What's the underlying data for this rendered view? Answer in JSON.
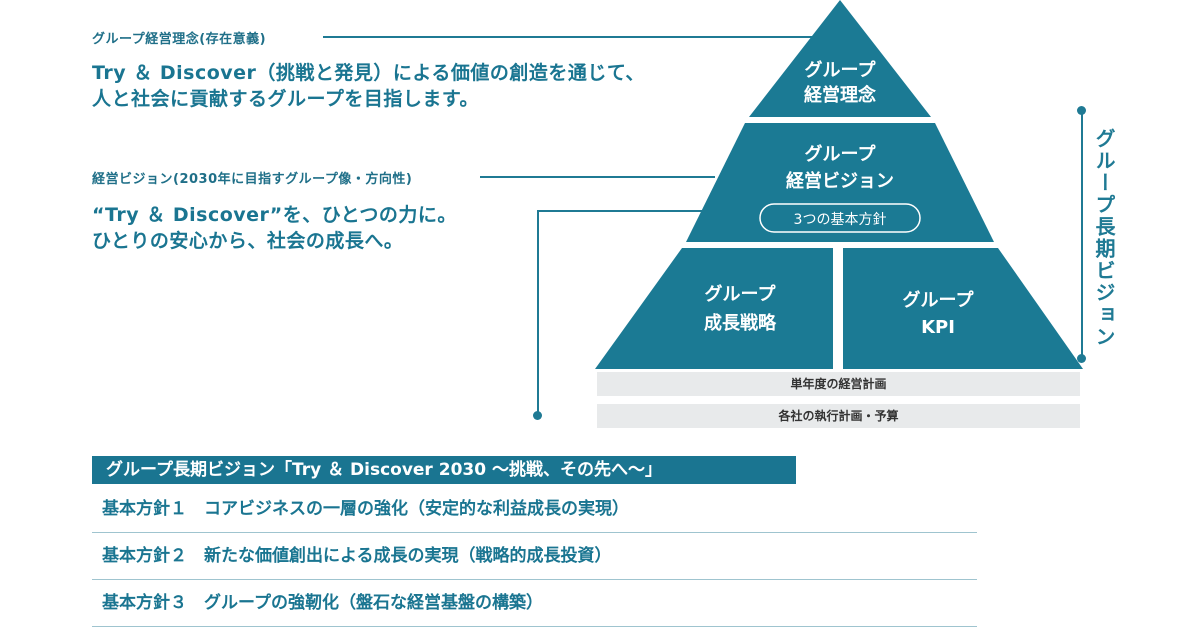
{
  "philosophy": {
    "label": "グループ経営理念(存在意義)",
    "line1": "Try ＆ Discover（挑戦と発見）による価値の創造を通じて、",
    "line2": "人と社会に貢献するグループを目指します。"
  },
  "vision": {
    "label": "経営ビジョン(2030年に目指すグループ像・方向性)",
    "line1": "“Try ＆ Discover”を、ひとつの力に。",
    "line2": "ひとりの安心から、社会の成長へ。"
  },
  "pyramid": {
    "top_line1": "グループ",
    "top_line2": "経営理念",
    "mid_line1": "グループ",
    "mid_line2": "経営ビジョン",
    "mid_pill": "3つの基本方針",
    "left_line1": "グループ",
    "left_line2": "成長戦略",
    "right_line1": "グループ",
    "right_line2": "KPI",
    "bar1": "単年度の経営計画",
    "bar2": "各社の執行計画・予算",
    "side_title": "グループ長期ビジョン"
  },
  "long_vision": {
    "header": "グループ長期ビジョン「Try ＆ Discover 2030 ～挑戦、その先へ～」",
    "policies": [
      "基本方針１　コアビジネスの一層の強化（安定的な利益成長の実現）",
      "基本方針２　新たな価値創出による成長の実現（戦略的成長投資）",
      "基本方針３　グループの強靭化（盤石な経営基盤の構築）"
    ]
  },
  "colors": {
    "primary": "#1a7591",
    "pyramid_fill": "#1b7a94",
    "bar_bg": "#e8eaeb",
    "white": "#ffffff"
  }
}
